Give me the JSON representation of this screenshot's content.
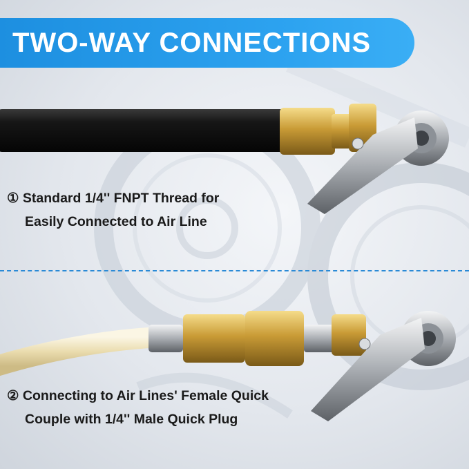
{
  "banner": {
    "title": "TWO-WAY CONNECTIONS",
    "color": "#1d8fe0"
  },
  "captions": [
    {
      "line1": "① Standard 1/4'' FNPT Thread for",
      "line2": "Easily Connected to Air Line"
    },
    {
      "line1": "② Connecting to Air Lines' Female Quick",
      "line2": "Couple with 1/4'' Male Quick Plug"
    }
  ],
  "colors": {
    "hose_black": "#141414",
    "hose_clear": "#efe6c8",
    "brass": "#c9a142",
    "chrome": "#c4c8cc",
    "divider": "#2a8ad6"
  }
}
